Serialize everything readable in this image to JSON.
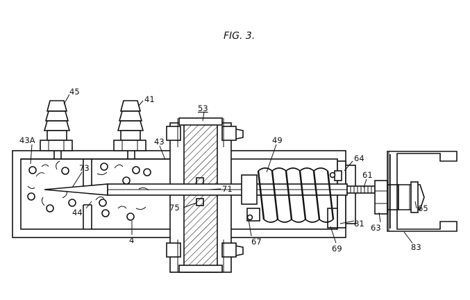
{
  "figure": {
    "title": "FIG. 3.",
    "labels": {
      "n45": "45",
      "n41": "41",
      "n53": "53",
      "n43a": "43A",
      "n73": "73",
      "n43": "43",
      "n49": "49",
      "n64": "64",
      "n61": "61",
      "n71": "71",
      "n44": "44",
      "n75": "75",
      "n65": "65",
      "n4": "4",
      "n67": "67",
      "n81": "81",
      "n63": "63",
      "n69": "69",
      "n83": "83"
    }
  }
}
